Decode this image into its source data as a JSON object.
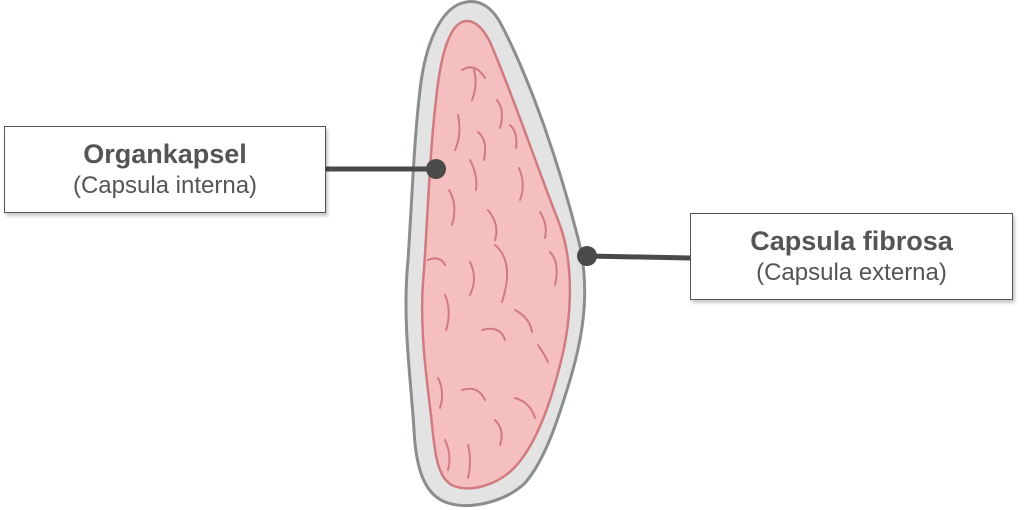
{
  "labels": {
    "inner_capsule": {
      "title": "Organkapsel",
      "subtitle": "(Capsula interna)"
    },
    "outer_capsule": {
      "title": "Capsula fibrosa",
      "subtitle": "(Capsula externa)"
    }
  },
  "colors": {
    "outer_capsule_fill": "#e3e3e3",
    "outer_capsule_stroke": "#8a8f8c",
    "tissue_fill": "#f6bfbf",
    "tissue_stroke": "#cf7b80",
    "vessel_stroke": "#cf7b80",
    "leader_line": "#4a4a4a"
  }
}
